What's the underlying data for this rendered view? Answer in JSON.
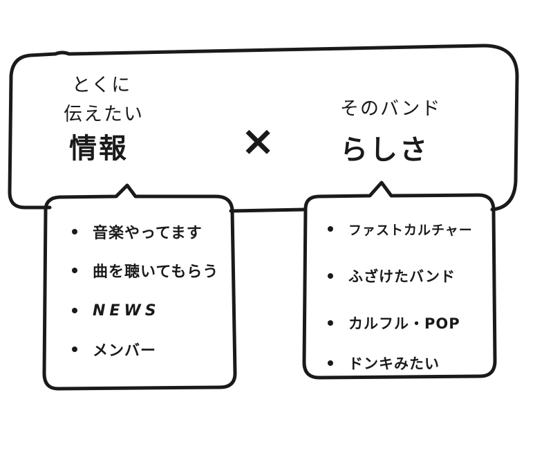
{
  "colors": {
    "ink": "#1a1a1a",
    "highlight_blue": "#8fe3f5",
    "highlight_pink": "#f57bd0",
    "background": "#ffffff"
  },
  "top_box": {
    "left_heading": {
      "line1": "とくに",
      "line2": "伝えたい",
      "line3": "情報"
    },
    "operator": "×",
    "right_heading": {
      "line1": "そのバンド",
      "line2": "らしさ"
    }
  },
  "left_bubble": {
    "items": [
      {
        "label": "音楽やってます"
      },
      {
        "label": "曲を聴いてもらう"
      },
      {
        "label": "NEWS"
      },
      {
        "label": "メンバー"
      }
    ]
  },
  "right_bubble": {
    "items": [
      {
        "label": "ファストカルチャー"
      },
      {
        "label": "ふざけたバンド"
      },
      {
        "label": "カルフル・POP"
      },
      {
        "label": "ドンキみたい"
      }
    ]
  }
}
